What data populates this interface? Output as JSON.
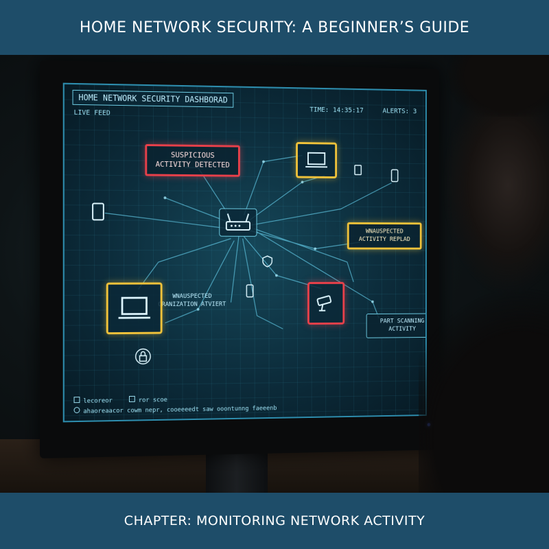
{
  "header": {
    "title": "HOME NETWORK SECURITY: A BEGINNER’S GUIDE"
  },
  "footer": {
    "chapter": "CHAPTER: MONITORING NETWORK ACTIVITY"
  },
  "dashboard": {
    "title": "HOME NETWORK SECURITY DASHBORAD",
    "live_feed": "LIVE FEED",
    "time_label": "TIME: 14:35:17",
    "alerts_label": "ALERTS: 3",
    "alerts": {
      "suspicious": "SUSPICIOUS ACTIVITY DETECTED",
      "yellow_right": "WNAUSPECTED ACTIVITY REPLAD",
      "yellow_left": "WNAUSPECTED ORANIZATION ATVIERT",
      "port_scanning": "PART SCANNING ACTIVITY"
    },
    "legend": [
      "lecoreor",
      "ror scoe",
      "ahaoreaacor cowm nepr, cooeeeedt saw ooontunng faeeenb"
    ]
  },
  "icons": [
    "router-icon",
    "laptop-icon",
    "security-camera-icon",
    "phone-icon",
    "tablet-icon",
    "lock-icon",
    "shield-icon"
  ],
  "colors": {
    "banner": "#1e4d69",
    "alert_red": "#e8404a",
    "alert_yellow": "#f0c23a",
    "screen_glow": "#6fcfe6"
  }
}
